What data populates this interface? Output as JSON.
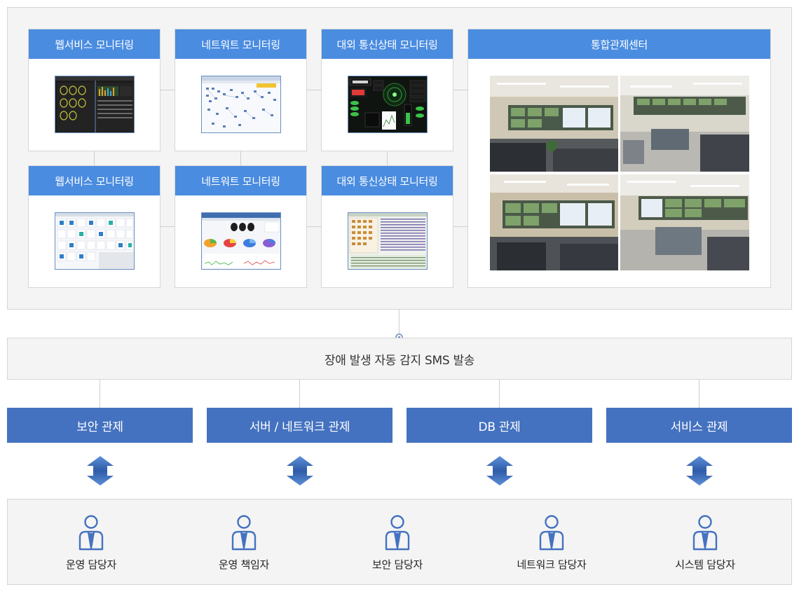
{
  "monitoring": {
    "row1": [
      {
        "title": "웹서비스 모니터링"
      },
      {
        "title": "네트워트 모니터링"
      },
      {
        "title": "대외 통신상태 모니터링"
      }
    ],
    "row2": [
      {
        "title": "웹서비스 모니터링"
      },
      {
        "title": "네트워트 모니터링"
      },
      {
        "title": "대외 통신상태 모니터링"
      }
    ],
    "control_center": {
      "title": "통합관제센터"
    }
  },
  "sms_bar": {
    "label": "장애 발생 자동 감지 SMS 발송"
  },
  "controls": [
    {
      "label": "보안 관제"
    },
    {
      "label": "서버 / 네트워크 관제"
    },
    {
      "label": "DB 관제"
    },
    {
      "label": "서비스 관제"
    }
  ],
  "staff": [
    {
      "label": "운영 담당자"
    },
    {
      "label": "운영 책임자"
    },
    {
      "label": "보안 담당자"
    },
    {
      "label": "네트워크 담당자"
    },
    {
      "label": "시스템 담당자"
    }
  ],
  "colors": {
    "header_blue": "#4a8ce0",
    "control_blue": "#4472c0",
    "panel_gray": "#f4f4f4"
  }
}
